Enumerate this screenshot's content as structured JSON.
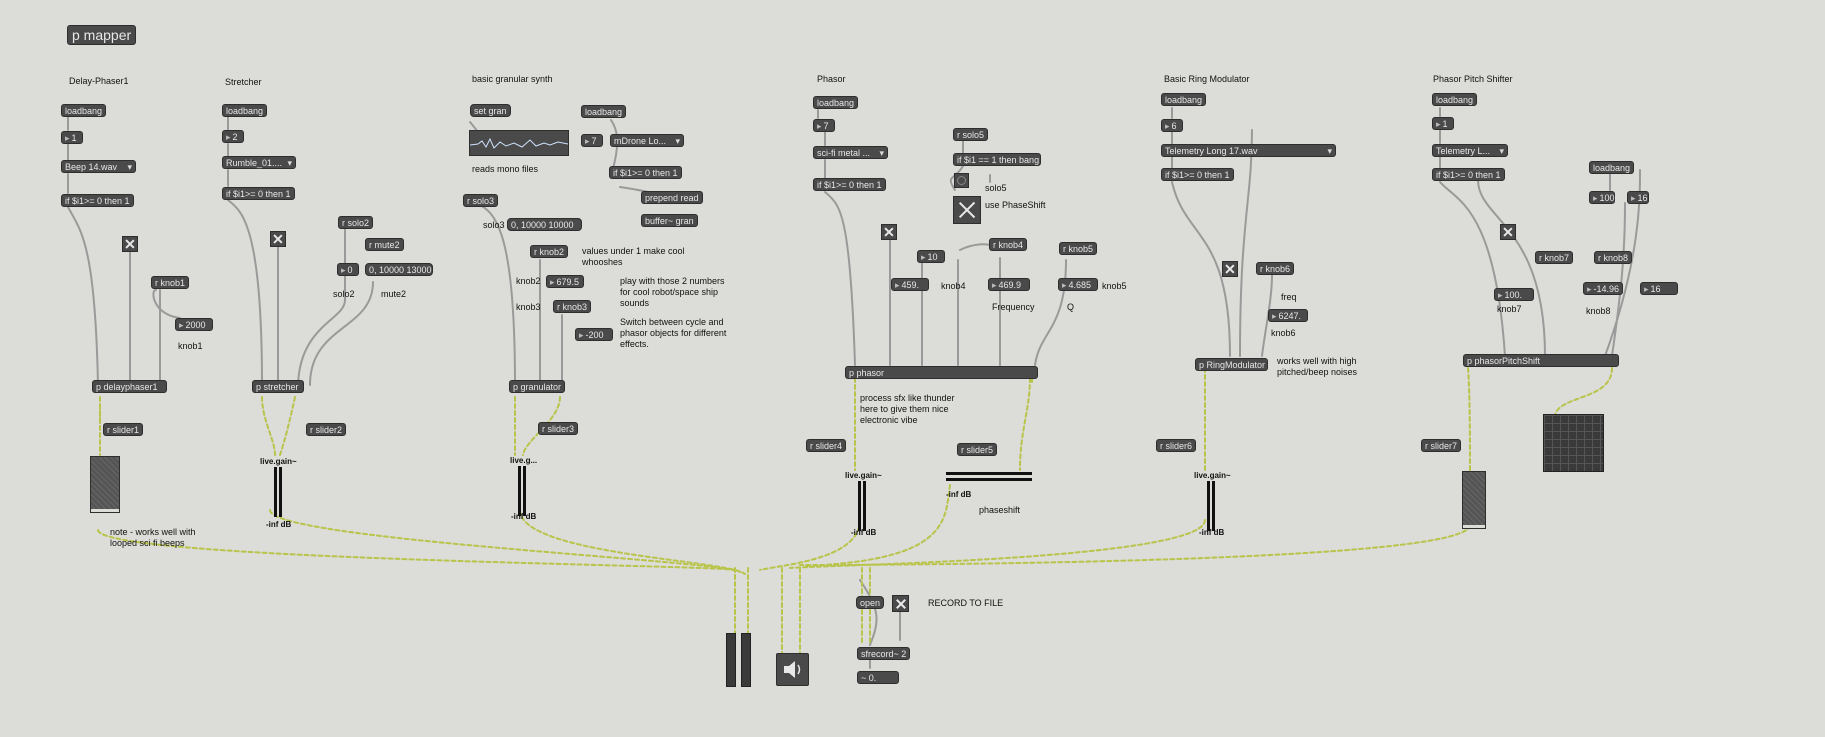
{
  "patch_title": "p mapper",
  "sections": {
    "delay_phaser": {
      "title": "Delay-Phaser1"
    },
    "stretcher": {
      "title": "Stretcher"
    },
    "granular": {
      "title": "basic granular synth"
    },
    "phasor": {
      "title": "Phasor"
    },
    "ring": {
      "title": "Basic Ring Modulator"
    },
    "pitch": {
      "title": "Phasor Pitch Shifter"
    }
  },
  "objects": {
    "loadbang": "loadbang",
    "if_ge": "if $i1>= 0 then 1",
    "dp_num": "1",
    "dp_file": "Beep 14.wav",
    "dp_rknob1": "r knob1",
    "dp_num2000": "2000",
    "dp_knob1": "knob1",
    "dp_main": "p delayphaser1",
    "dp_rslider1": "r slider1",
    "dp_note": "note - works well with looped sci fi beeps",
    "st_num": "2",
    "st_file": "Rumble_01....",
    "st_rsolo2": "r solo2",
    "st_rmute2": "r mute2",
    "st_zero": "0",
    "st_msg": "0, 10000 13000",
    "st_solo2": "solo2",
    "st_mute2": "mute2",
    "st_main": "p stretcher",
    "st_rslider2": "r slider2",
    "gr_setgran": "set gran",
    "gr_loadbang": "loadbang",
    "gr_num7": "7",
    "gr_file": "mDrone Lo...",
    "gr_if": "if $i1>= 0 then 1",
    "gr_prepend": "prepend read",
    "gr_buffer": "buffer~ gran",
    "gr_reads": "reads mono files",
    "gr_rsolo3": "r solo3",
    "gr_solo3": "solo3",
    "gr_msg": "0, 10000 10000",
    "gr_rknob2": "r knob2",
    "gr_values_note": "values under 1 make cool whooshes",
    "gr_knob2": "knob2",
    "gr_num6795": "679.5",
    "gr_play_note": "play with those 2 numbers for cool robot/space ship sounds",
    "gr_knob3": "knob3",
    "gr_rknob3": "r knob3",
    "gr_num200": "-200",
    "gr_switch_note": "Switch between cycle and phasor objects for different effects.",
    "gr_main": "p granulator",
    "gr_rslider3": "r slider3",
    "ph_num7": "7",
    "ph_file": "sci-fi metal ...",
    "ph_rsolo5": "r solo5",
    "ph_if_eq": "if $i1 == 1 then bang",
    "ph_solo5": "solo5",
    "ph_use": "use PhaseShift",
    "ph_rknob4": "r knob4",
    "ph_rknob5": "r knob5",
    "ph_num10": "10",
    "ph_num459": "459.",
    "ph_knob4": "knob4",
    "ph_num4699": "469.9",
    "ph_num4685": "4.685",
    "ph_knob5": "knob5",
    "ph_frequency": "Frequency",
    "ph_q": "Q",
    "ph_main": "p phasor",
    "ph_process_note": "process sfx like thunder here to give them nice electronic vibe",
    "ph_rslider4": "r slider4",
    "ph_rslider5": "r slider5",
    "ph_phaseshift": "phaseshift",
    "rm_num6": "6",
    "rm_file": "Telemetry Long 17.wav",
    "rm_rknob6": "r knob6",
    "rm_freq": "freq",
    "rm_num6247": "6247.",
    "rm_knob6": "knob6",
    "rm_main": "p RingModulator",
    "rm_note": "works well with high pitched/beep noises",
    "rm_rslider6": "r slider6",
    "ps_num1": "1",
    "ps_file": "Telemetry L...",
    "ps_loadbang2": "loadbang",
    "ps_num100a": "100.",
    "ps_num16a": "16",
    "ps_rknob7": "r knob7",
    "ps_rknob8": "r knob8",
    "ps_num100b": "100.",
    "ps_knob7": "knob7",
    "ps_num1496": "-14.96",
    "ps_num16b": "16",
    "ps_knob8": "knob8",
    "ps_main": "p phasorPitchShift",
    "ps_rslider7": "r slider7",
    "gain_label": "live.gain~",
    "gain_label_short": "live.g...",
    "gain_db": "-inf dB",
    "open": "open",
    "record_note": "RECORD TO FILE",
    "sfrecord": "sfrecord~ 2",
    "clock": "~ 0."
  },
  "colors": {
    "background": "#dcdcd8",
    "object": "#4a4a4a",
    "object_text": "#e8e8e8",
    "cord": "#9a9a9a",
    "signal_cord": "#b8c44a"
  }
}
